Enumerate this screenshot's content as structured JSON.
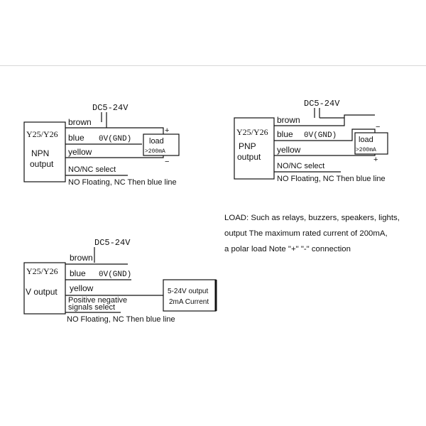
{
  "npn": {
    "supply": "DC5-24V",
    "model": "Y25/Y26",
    "type_line1": "NPN",
    "type_line2": "output",
    "wire_brown": "brown",
    "wire_blue": "blue",
    "gnd": "0V(GND)",
    "wire_yellow": "yellow",
    "load": "load",
    "load_rating": ">200mA",
    "plus": "+",
    "minus": "−",
    "select": "NO/NC select",
    "floating": "NO Floating, NC Then blue line"
  },
  "pnp": {
    "supply": "DC5-24V",
    "model": "Y25/Y26",
    "type_line1": "PNP",
    "type_line2": "output",
    "wire_brown": "brown",
    "wire_blue": "blue",
    "gnd": "0V(GND)",
    "wire_yellow": "yellow",
    "load": "load",
    "load_rating": ">200mA",
    "plus": "+",
    "minus": "−",
    "select": "NO/NC select",
    "floating": "NO Floating, NC Then blue line"
  },
  "vout": {
    "supply": "DC5-24V",
    "model": "Y25/Y26",
    "type_label": "V output",
    "wire_brown": "brown",
    "wire_blue": "blue",
    "gnd": "0V(GND)",
    "wire_yellow": "yellow",
    "select_line1": "Positive negative",
    "select_line2": "signals select",
    "floating": "NO Floating, NC Then blue line",
    "out_line1": "5-24V output",
    "out_line2": "2mA Current"
  },
  "load_note": {
    "line1": "LOAD: Such as relays, buzzers, speakers, lights,",
    "line2": "output The maximum rated current of 200mA,",
    "line3": "a polar load Note \"+\" \"-\" connection"
  }
}
